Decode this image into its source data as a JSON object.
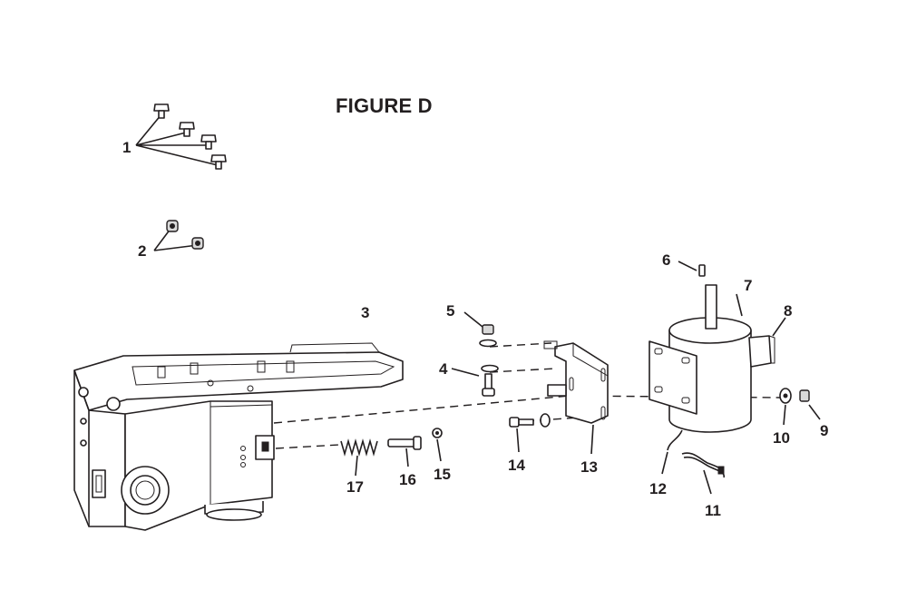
{
  "figure": {
    "title": "FIGURE D"
  },
  "callouts": {
    "c1": "1",
    "c2": "2",
    "c3": "3",
    "c4": "4",
    "c5": "5",
    "c6": "6",
    "c7": "7",
    "c8": "8",
    "c9": "9",
    "c10": "10",
    "c11": "11",
    "c12": "12",
    "c13": "13",
    "c14": "14",
    "c15": "15",
    "c16": "16",
    "c17": "17"
  }
}
